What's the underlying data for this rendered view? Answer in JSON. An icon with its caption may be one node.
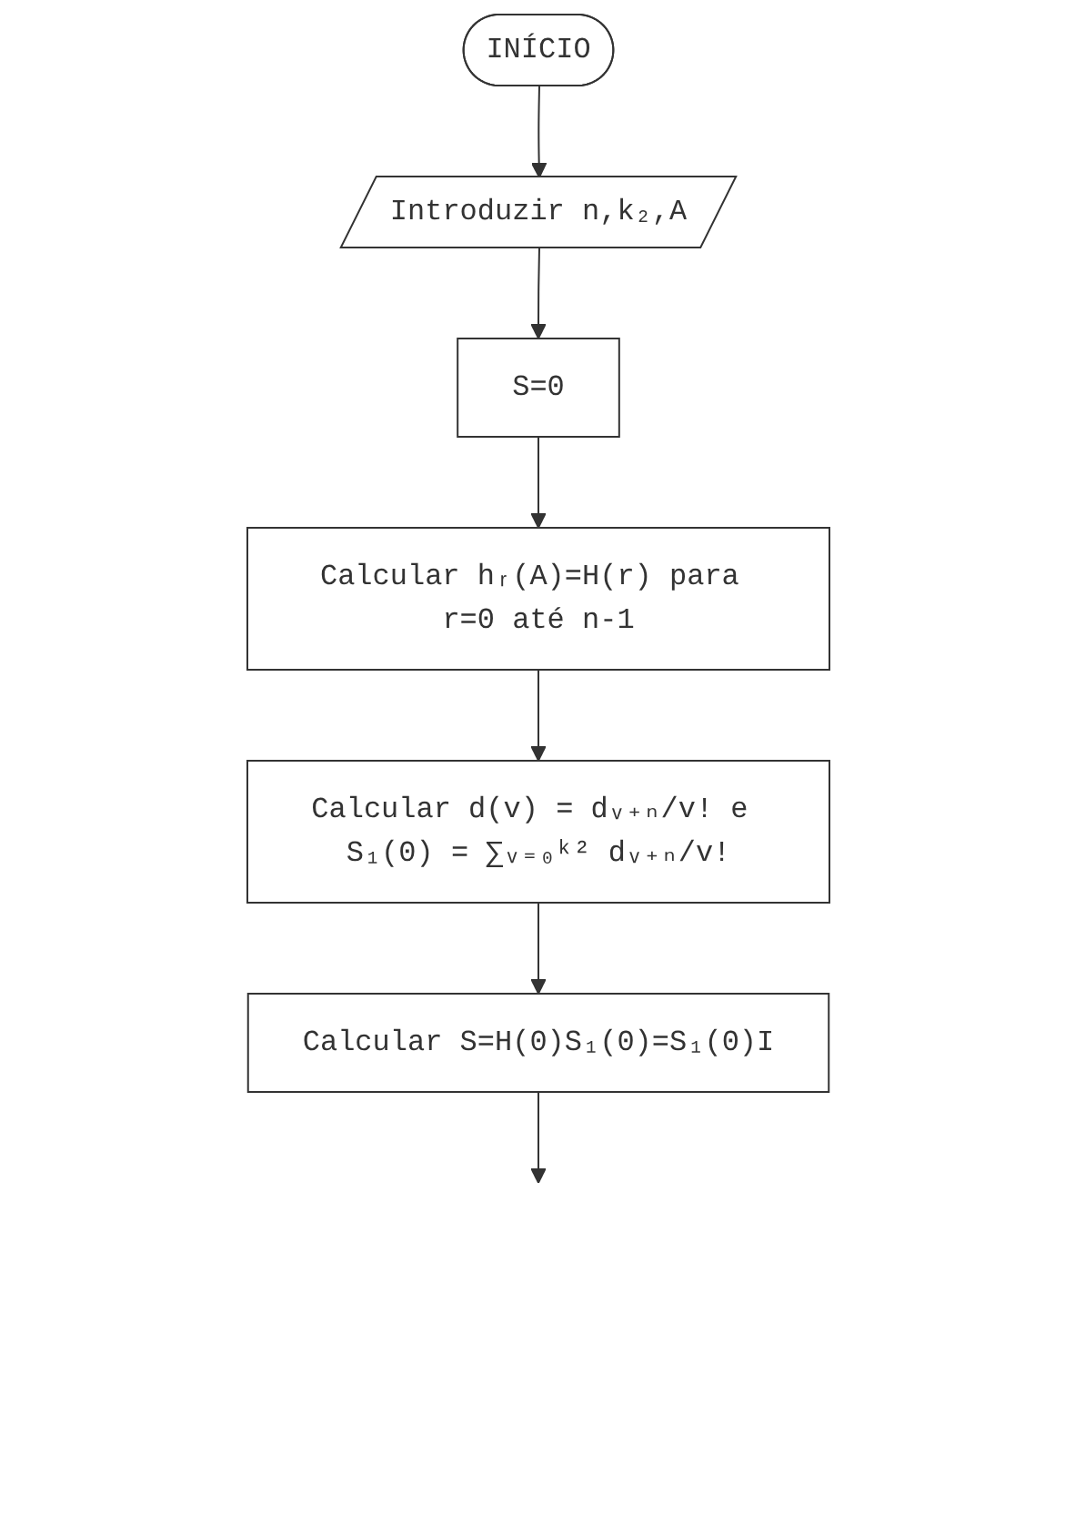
{
  "diagram": {
    "nodes": [
      {
        "text": [
          "INÍCIO"
        ]
      },
      {
        "text": [
          "Introduzir n,k₂,A"
        ]
      },
      {
        "text": [
          "S=0"
        ]
      },
      {
        "text": [
          "Calcular hᵣ(A)=H(r) para r=0 até n-1"
        ]
      },
      {
        "text": [
          "Calcular d(v) = dᵥ₊ₙ/v! e S₁(0) = ∑ᵥ₌₀ᵏ² dᵥ₊ₙ/v!"
        ]
      },
      {
        "text": [
          "Calcular S=H(0)S₁(0)=S₁(0)I"
        ]
      }
    ],
    "edges": [
      {
        "from": 0,
        "to": 1,
        "arrow": "to"
      },
      {
        "from": 1,
        "to": 2,
        "arrow": "to"
      },
      {
        "from": 2,
        "to": 3,
        "arrow": "to"
      },
      {
        "from": 3,
        "to": 4,
        "arrow": "to"
      },
      {
        "from": 4,
        "to": 5,
        "arrow": "to"
      },
      {
        "from": 5,
        "to": null,
        "arrow": "to"
      }
    ]
  }
}
